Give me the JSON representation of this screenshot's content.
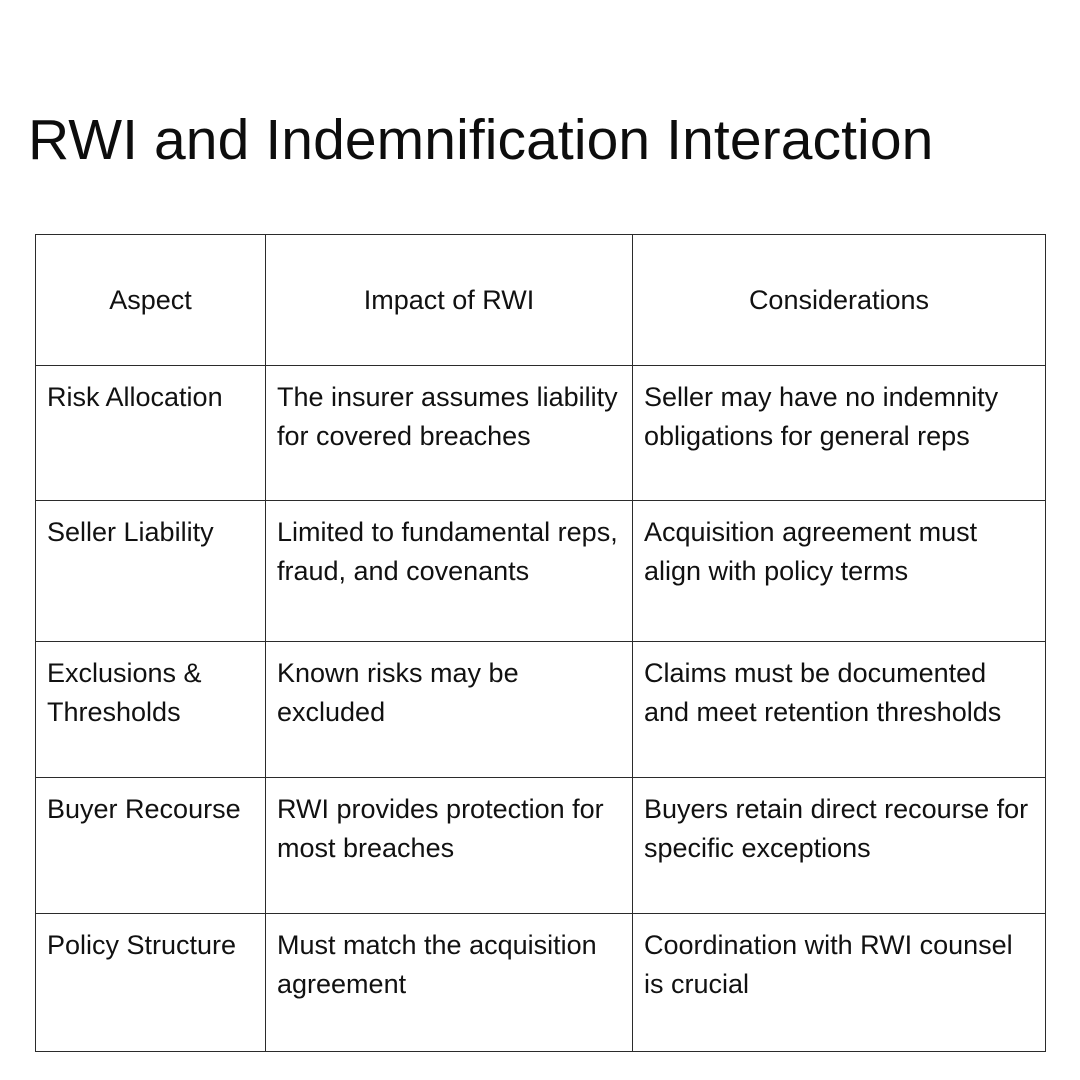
{
  "page": {
    "title": "RWI and Indemnification Interaction",
    "background_color": "#ffffff",
    "text_color": "#111111",
    "border_color": "#2b2b2b"
  },
  "table": {
    "columns": [
      {
        "key": "aspect",
        "label": "Aspect"
      },
      {
        "key": "impact",
        "label": "Impact of RWI"
      },
      {
        "key": "considerations",
        "label": "Considerations"
      }
    ],
    "rows": [
      {
        "aspect": "Risk Allocation",
        "impact": "The insurer assumes liability for covered breaches",
        "considerations": "Seller may have no indemnity obligations for general reps"
      },
      {
        "aspect": "Seller Liability",
        "impact": "Limited to fundamental reps, fraud, and covenants",
        "considerations": "Acquisition agreement must align with policy terms"
      },
      {
        "aspect": "Exclusions & Thresholds",
        "impact": "Known risks may be excluded",
        "considerations": "Claims must be documented and meet retention thresholds"
      },
      {
        "aspect": "Buyer Recourse",
        "impact": "RWI provides protection for most breaches",
        "considerations": "Buyers retain direct recourse for specific exceptions"
      },
      {
        "aspect": "Policy Structure",
        "impact": "Must match the acquisition agreement",
        "considerations": "Coordination with RWI counsel is crucial"
      }
    ]
  }
}
